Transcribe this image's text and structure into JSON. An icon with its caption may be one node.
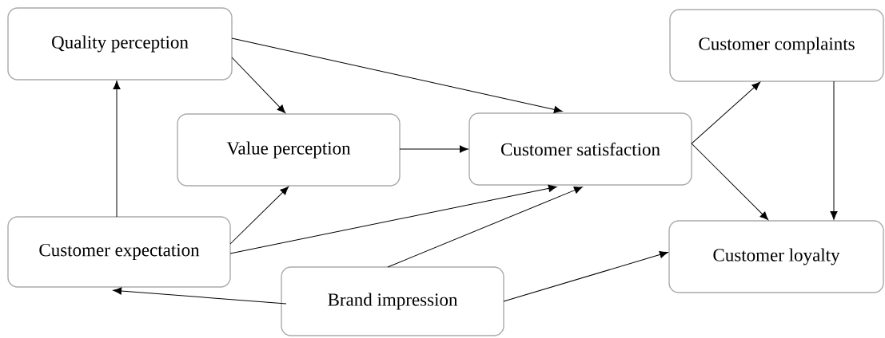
{
  "diagram": {
    "nodes": [
      {
        "text": [
          "Quality perception"
        ]
      },
      {
        "text": [
          "Customer complaints"
        ]
      },
      {
        "text": [
          "Value perception"
        ]
      },
      {
        "text": [
          "Customer satisfaction"
        ]
      },
      {
        "text": [
          "Customer expectation"
        ]
      },
      {
        "text": [
          "Customer loyalty"
        ]
      },
      {
        "text": [
          "Brand impression"
        ]
      }
    ],
    "edges": [
      {
        "from": 4,
        "to": 0,
        "arrow": "to"
      },
      {
        "from": 0,
        "to": 2,
        "arrow": "to"
      },
      {
        "from": 0,
        "to": 3,
        "arrow": "to"
      },
      {
        "from": 2,
        "to": 3,
        "arrow": "to"
      },
      {
        "from": 4,
        "to": 2,
        "arrow": "to"
      },
      {
        "from": 4,
        "to": 3,
        "arrow": "to"
      },
      {
        "from": 6,
        "to": 3,
        "arrow": "to"
      },
      {
        "from": 6,
        "to": 4,
        "arrow": "to"
      },
      {
        "from": 6,
        "to": 5,
        "arrow": "to"
      },
      {
        "from": 3,
        "to": 1,
        "arrow": "to"
      },
      {
        "from": 3,
        "to": 5,
        "arrow": "to"
      },
      {
        "from": 1,
        "to": 5,
        "arrow": "to"
      }
    ]
  }
}
